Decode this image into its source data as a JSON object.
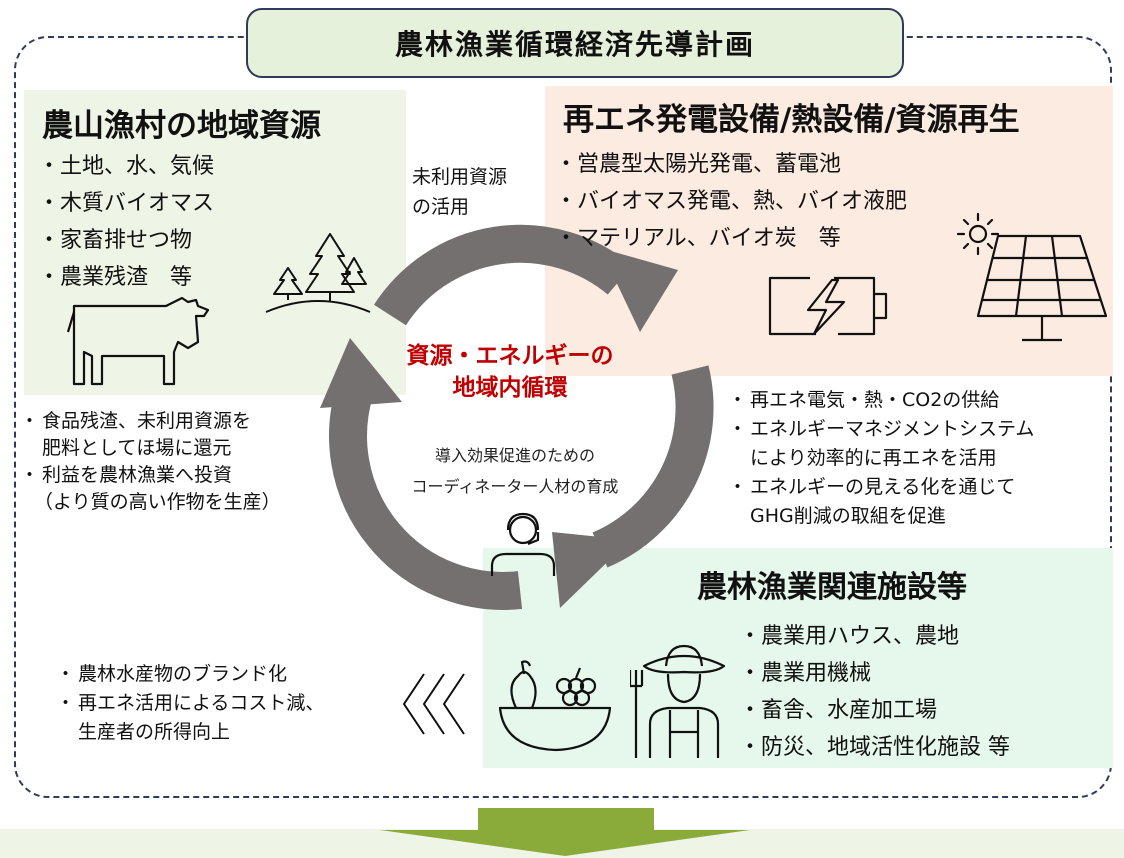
{
  "title": "農林漁業循環経済先導計画",
  "local_resources": {
    "heading": "農山漁村の地域資源",
    "items": [
      "土地、水、気候",
      "木質バイオマス",
      "家畜排せつ物",
      "農業残渣　等"
    ]
  },
  "energy": {
    "heading": "再エネ発電設備/熱設備/資源再生",
    "items": [
      "営農型太陽光発電、蓄電池",
      "バイオマス発電、熱、バイオ液肥",
      "マテリアル、バイオ炭　等"
    ]
  },
  "facilities": {
    "heading": "農林漁業関連施設等",
    "items": [
      "農業用ハウス、農地",
      "農業用機械",
      "畜舎、水産加工場",
      "防災、地域活性化施設 等"
    ]
  },
  "unused_resources": [
    "未利用資源",
    "の活用"
  ],
  "center": [
    "資源・エネルギーの",
    "地域内循環"
  ],
  "coordinator": [
    "導入効果促進のための",
    "コーディネーター人材の育成"
  ],
  "left_middle": [
    "食品残渣、未利用資源を",
    "肥料としてほ場に還元",
    "利益を農林漁業へ投資",
    "（より質の高い作物を生産）"
  ],
  "right_middle": [
    "再エネ電気・熱・CO2の供給",
    "エネルギーマネジメントシステム",
    "により効率的に再エネを活用",
    "エネルギーの見える化を通じて",
    "GHG削減の取組を促進"
  ],
  "bottom_left": [
    "農林水産物のブランド化",
    "再エネ活用によるコスト減、",
    "生産者の所得向上"
  ],
  "colors": {
    "arrow": "#757070",
    "green_arrow": "#8aab3a",
    "accent_red": "#c00000",
    "frame": "#2f3b5a"
  },
  "icons": [
    "trees-icon",
    "cow-icon",
    "battery-icon",
    "sun-icon",
    "solar-panel-icon",
    "coordinator-icon",
    "fruit-bowl-icon",
    "farmer-icon",
    "chevrons-left-icon",
    "down-arrow-icon"
  ]
}
